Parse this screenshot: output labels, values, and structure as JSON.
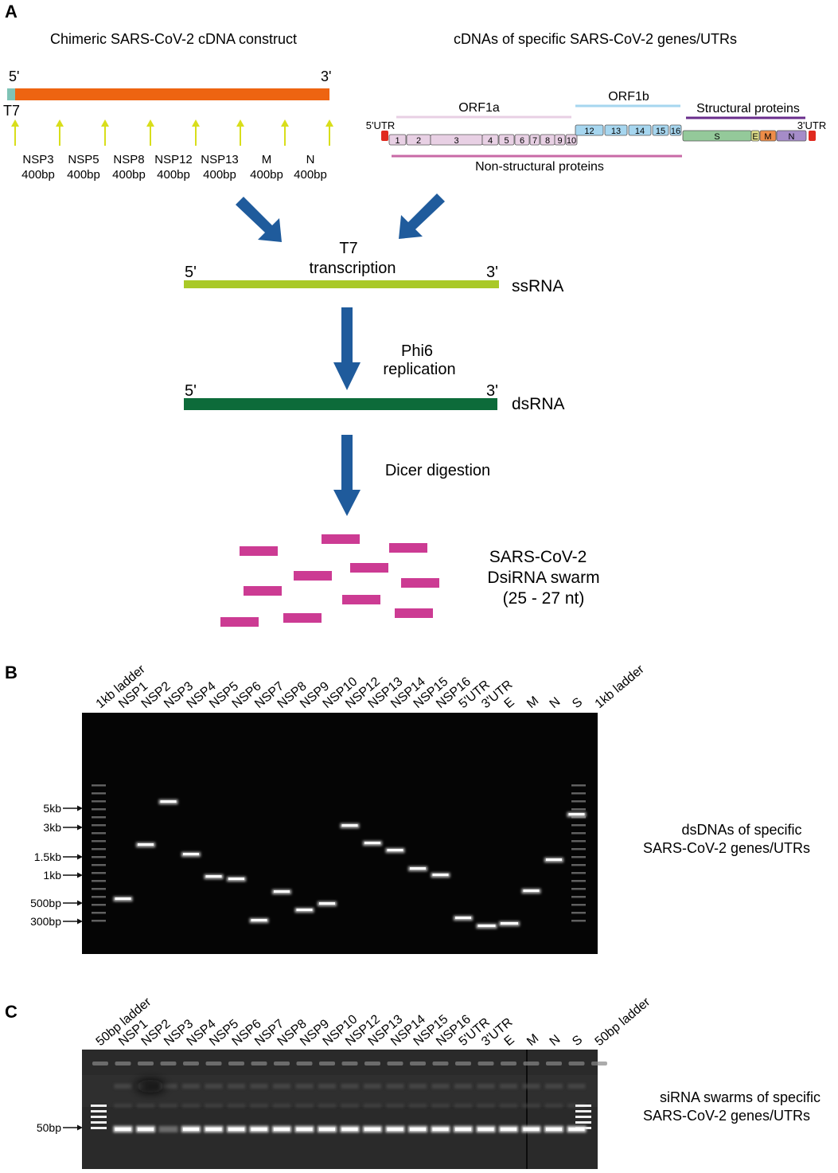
{
  "panelA": {
    "letter": "A",
    "left_title": "Chimeric SARS-CoV-2 cDNA construct",
    "right_title": "cDNAs of specific SARS-CoV-2 genes/UTRs",
    "five_prime": "5'",
    "three_prime": "3'",
    "t7": "T7",
    "insert_names": [
      "NSP3",
      "NSP5",
      "NSP8",
      "NSP12",
      "NSP13",
      "M",
      "N"
    ],
    "insert_size": "400bp",
    "genome": {
      "orf1a": "ORF1a",
      "orf1b": "ORF1b",
      "structural": "Structural proteins",
      "nonstructural": "Non-structural proteins",
      "utr5": "5'UTR",
      "utr3": "3'UTR",
      "orf1a_boxes": [
        "1",
        "2",
        "3",
        "4",
        "5",
        "6",
        "7",
        "8",
        "9",
        "10"
      ],
      "orf1b_boxes": [
        "12",
        "13",
        "14",
        "15",
        "16"
      ],
      "structural_boxes": [
        "S",
        "E",
        "M",
        "N"
      ]
    },
    "step1": [
      "T7",
      "transcription"
    ],
    "ssrna": "ssRNA",
    "step2": [
      "Phi6",
      "replication"
    ],
    "dsrna": "dsRNA",
    "step3": "Dicer digestion",
    "swarm": [
      "SARS-CoV-2",
      "DsiRNA swarm",
      "(25 - 27 nt)"
    ],
    "colors": {
      "t7": "#7fc3b6",
      "construct": "#ee6411",
      "marker_arrow": "#d8de1b",
      "ssrna": "#a9c927",
      "dsrna": "#0d6b3a",
      "swarm": "#cc3b93",
      "flow_arrow": "#1f5b9c",
      "orf1a": "#e8d0e4",
      "orf1b": "#a6d6ef",
      "structural_line": "#6a2d8c",
      "nsp_line": "#c86aa6",
      "s_box": "#94c99a",
      "e_box": "#e1e08a",
      "m_box": "#ee8c48",
      "n_box": "#a58cc8",
      "utr": "#e02a1f"
    }
  },
  "panelB": {
    "letter": "B",
    "lanes": [
      "1kb ladder",
      "NSP1",
      "NSP2",
      "NSP3",
      "NSP4",
      "NSP5",
      "NSP6",
      "NSP7",
      "NSP8",
      "NSP9",
      "NSP10",
      "NSP12",
      "NSP13",
      "NSP14",
      "NSP15",
      "NSP16",
      "5'UTR",
      "3'UTR",
      "E",
      "M",
      "N",
      "S",
      "1kb ladder"
    ],
    "size_markers": [
      "5kb",
      "3kb",
      "1.5kb",
      "1kb",
      "500bp",
      "300bp"
    ],
    "caption": [
      "dsDNAs of specific",
      "SARS-CoV-2 genes/UTRs"
    ]
  },
  "panelC": {
    "letter": "C",
    "lanes": [
      "50bp ladder",
      "NSP1",
      "NSP2",
      "NSP3",
      "NSP4",
      "NSP5",
      "NSP6",
      "NSP7",
      "NSP8",
      "NSP9",
      "NSP10",
      "NSP12",
      "NSP13",
      "NSP14",
      "NSP15",
      "NSP16",
      "5'UTR",
      "3'UTR",
      "E",
      "M",
      "N",
      "S",
      "50bp ladder"
    ],
    "size_markers": [
      "50bp"
    ],
    "caption": [
      "siRNA swarms of specific",
      "SARS-CoV-2 genes/UTRs"
    ]
  }
}
